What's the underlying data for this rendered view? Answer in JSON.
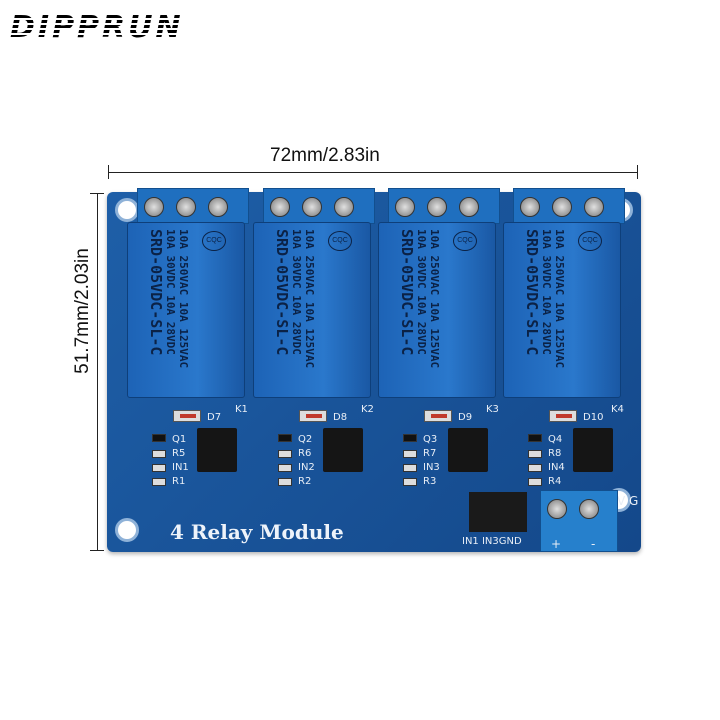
{
  "brand": {
    "logo_text": "DIPPRUN"
  },
  "dimensions": {
    "width": "72mm/2.83in",
    "height": "51.7mm/2.03in"
  },
  "board": {
    "title": "4 Relay Module",
    "relays": [
      {
        "id": "K1",
        "line1": "10A 250VAC 10A 125VAC",
        "line2": "10A 30VDC 10A 28VDC",
        "model": "SRD-05VDC-SL-C",
        "mark": "CQC",
        "diode": "D7",
        "transistor": "Q1",
        "r_top": "R5",
        "led": "IN1",
        "r_bot": "R1"
      },
      {
        "id": "K2",
        "line1": "10A 250VAC 10A 125VAC",
        "line2": "10A 30VDC 10A 28VDC",
        "model": "SRD-05VDC-SL-C",
        "mark": "CQC",
        "diode": "D8",
        "transistor": "Q2",
        "r_top": "R6",
        "led": "IN2",
        "r_bot": "R2"
      },
      {
        "id": "K3",
        "line1": "10A 250VAC 10A 125VAC",
        "line2": "10A 30VDC 10A 28VDC",
        "model": "SRD-05VDC-SL-C",
        "mark": "CQC",
        "diode": "D9",
        "transistor": "Q3",
        "r_top": "R7",
        "led": "IN3",
        "r_bot": "R3"
      },
      {
        "id": "K4",
        "line1": "10A 250VAC 10A 125VAC",
        "line2": "10A 30VDC 10A 28VDC",
        "model": "SRD-05VDC-SL-C",
        "mark": "CQC",
        "diode": "D10",
        "transistor": "Q4",
        "r_top": "R8",
        "led": "IN4",
        "r_bot": "R4"
      }
    ],
    "header_label": "IN1 IN3GND",
    "power_label": "V G",
    "plus": "+",
    "minus": "-"
  }
}
